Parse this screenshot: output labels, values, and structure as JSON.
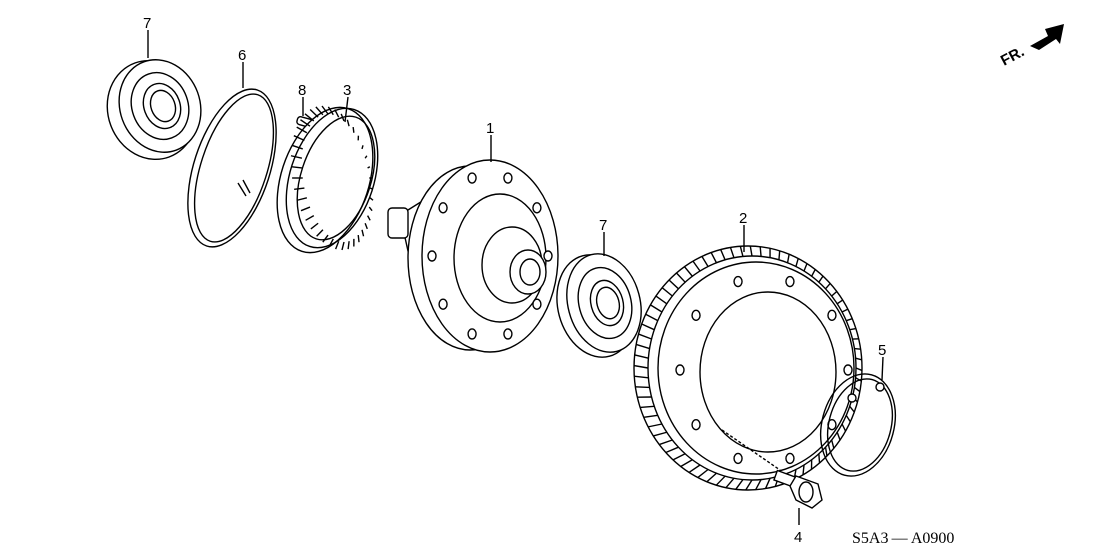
{
  "diagram": {
    "direction_label": "FR.",
    "code": "S5A3 — A0900",
    "callouts": {
      "bearing_left": "7",
      "snap_ring": "6",
      "pin": "8",
      "sensor_ring": "3",
      "differential_carrier": "1",
      "bearing_right": "7",
      "final_driven_gear": "2",
      "circlip": "5",
      "bolt": "4"
    }
  }
}
